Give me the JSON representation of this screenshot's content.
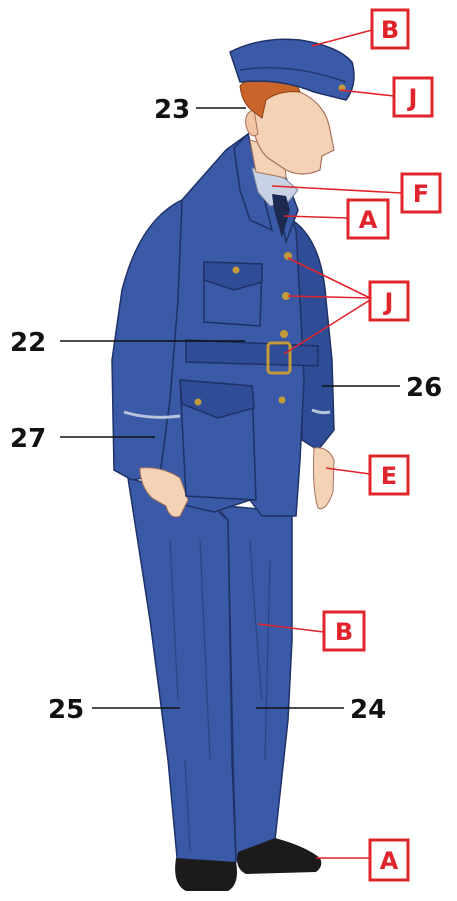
{
  "colors": {
    "uniform": "#3a5aa8",
    "uniform_shade": "#2b4584",
    "uniform_dark": "#1f3266",
    "skin": "#f3d2b6",
    "hair": "#c9652a",
    "shirt": "#c9d2e4",
    "tie": "#1c2a52",
    "shoe": "#1b1b1b",
    "button": "#c59a3b",
    "callout_red": "#e0242b",
    "leader_black": "#111111"
  },
  "numbered_labels": [
    "23",
    "22",
    "27",
    "26",
    "25",
    "24"
  ],
  "letter_labels": [
    "B",
    "J",
    "F",
    "A",
    "J",
    "E",
    "B",
    "A"
  ]
}
